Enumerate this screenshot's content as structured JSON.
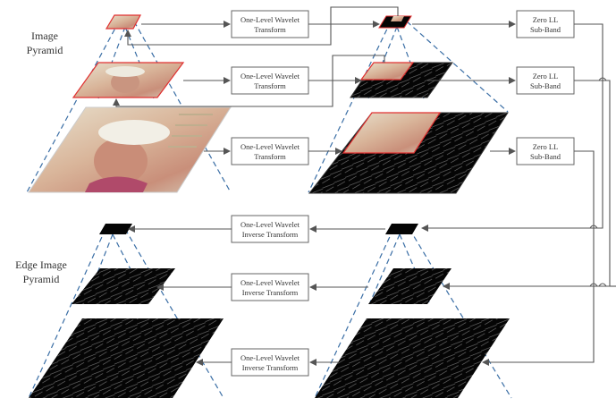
{
  "labels": {
    "image_pyramid": [
      "Image",
      "Pyramid"
    ],
    "edge_image_pyramid": [
      "Edge Image",
      "Pyramid"
    ]
  },
  "boxes": {
    "forward": [
      "One-Level Wavelet",
      "Transform"
    ],
    "zero_ll": [
      "Zero LL",
      "Sub-Band"
    ],
    "inverse": [
      "One-Level Wavelet",
      "Inverse Transform"
    ]
  },
  "colors": {
    "pyramid_dash": "#3a6ea5",
    "highlight_border": "#e03030",
    "edge_fill": "#050505"
  }
}
